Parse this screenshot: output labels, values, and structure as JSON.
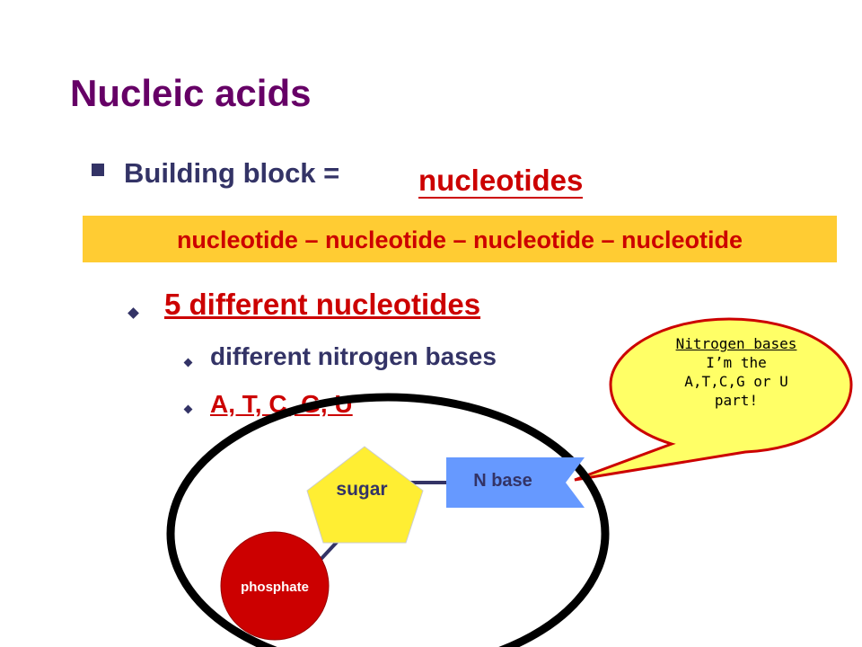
{
  "slide": {
    "title": "Nucleic acids",
    "building_block_label": "Building block =",
    "building_block_answer": "nucleotides",
    "chain_text": "nucleotide – nucleotide – nucleotide – nucleotide",
    "sub_bullet": "5 different nucleotides",
    "sub_sub_bullets": [
      "different nitrogen bases",
      "A, T, C, G, U"
    ]
  },
  "callout": {
    "line1": "Nitrogen bases",
    "line2": "I’m the",
    "line3": "A,T,C,G or U",
    "line4": "part!"
  },
  "diagram": {
    "sugar_label": "sugar",
    "nbase_label": "N base",
    "phosphate_label": "phosphate"
  },
  "colors": {
    "title": "#660066",
    "body_text": "#333366",
    "accent_red": "#cc0000",
    "highlight_bar": "#ffcc33",
    "sugar_fill": "#ffee33",
    "nbase_fill": "#6699ff",
    "phosphate_fill": "#cc0000",
    "callout_fill": "#ffff66",
    "callout_border": "#cc0000"
  }
}
